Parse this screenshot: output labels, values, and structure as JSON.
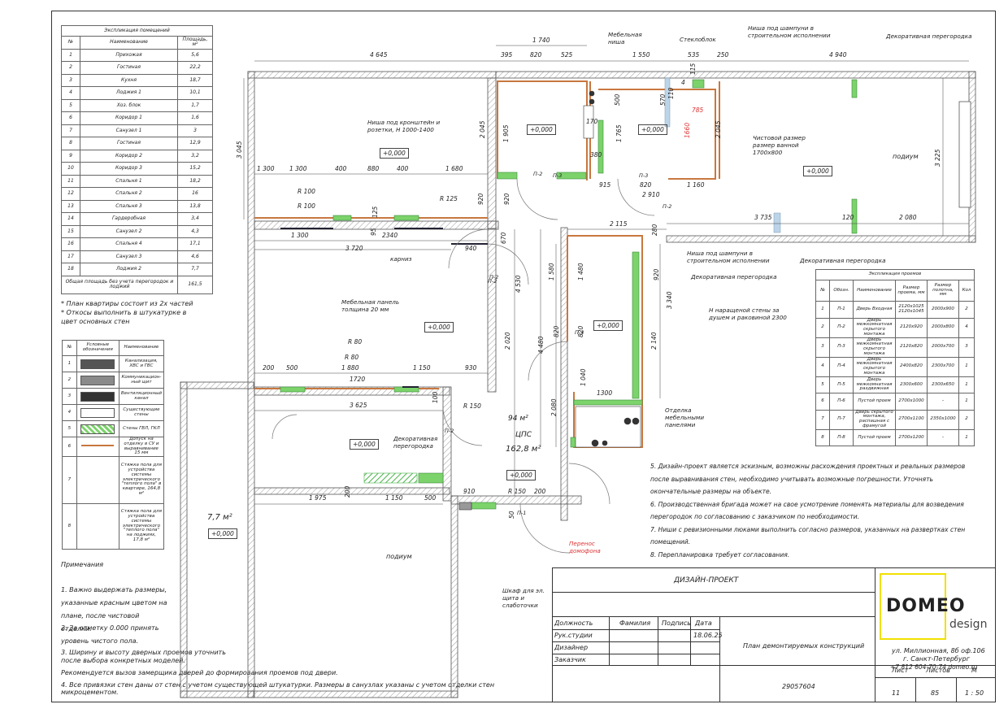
{
  "rooms_table": {
    "caption": "Экспликация помещений",
    "headers": [
      "№",
      "Наименование",
      "Площадь, м²"
    ],
    "rows": [
      [
        "1",
        "Прихожая",
        "5,6"
      ],
      [
        "2",
        "Гостиная",
        "22,2"
      ],
      [
        "3",
        "Кухня",
        "18,7"
      ],
      [
        "4",
        "Лоджия 1",
        "10,1"
      ],
      [
        "5",
        "Хоз. блок",
        "1,7"
      ],
      [
        "6",
        "Коридор 1",
        "1,6"
      ],
      [
        "7",
        "Санузел 1",
        "3"
      ],
      [
        "8",
        "Гостиная",
        "12,9"
      ],
      [
        "9",
        "Коридор 2",
        "3,2"
      ],
      [
        "10",
        "Коридор 3",
        "15,2"
      ],
      [
        "11",
        "Спальня 1",
        "18,2"
      ],
      [
        "12",
        "Спальня 2",
        "16"
      ],
      [
        "13",
        "Спальня 3",
        "13,8"
      ],
      [
        "14",
        "Гардеробная",
        "3,4"
      ],
      [
        "15",
        "Санузел 2",
        "4,3"
      ],
      [
        "16",
        "Спальня 4",
        "17,1"
      ],
      [
        "17",
        "Санузел 3",
        "4,6"
      ],
      [
        "18",
        "Лоджия 2",
        "7,7"
      ]
    ],
    "total_label": "Общая площадь без учета перегородок и лоджий",
    "total_value": "161,5"
  },
  "plan_notes": [
    "* План квартиры состоит из 2х частей",
    "* Откосы выполнить в штукатурке в цвет основных стен"
  ],
  "legend": {
    "headers": [
      "№",
      "Условные обозначения",
      "Наименование"
    ],
    "rows": [
      [
        "1",
        "Канализация, ХВС и ГВС"
      ],
      [
        "2",
        "Коммуникацион- ный щит"
      ],
      [
        "3",
        "Вентиляционный канал"
      ],
      [
        "4",
        "Существующие стены"
      ],
      [
        "5",
        "Стены ГВЛ, ГКЛ"
      ],
      [
        "6",
        "Допуск на отделку в СУ и выравнивание 15 мм"
      ],
      [
        "7",
        "Стяжка пола для устройства системы электрического \"теплого пола\" в квартире, 164,8 м²"
      ],
      [
        "8",
        "Стяжка пола для устройства системы электрического \"теплого пола\" на лоджиях, 17,8 м²"
      ]
    ],
    "colors": [
      "#555555",
      "#8a8a8a",
      "#333333",
      "#ffffff",
      "#7cd36b",
      "#c8773f",
      "#ffffff",
      "#ffffff"
    ]
  },
  "remarks": {
    "title": "Примечания",
    "items": [
      "1. Важно выдержать размеры, указанные красным цветом на плане, после чистовой отделки.",
      "2. За отметку 0.000 принять уровень чистого пола.",
      "3. Ширину и высоту дверных проемов уточнить после выбора конкретных моделей.",
      "Рекомендуется вызов замерщика дверей до формирования проемов под двери.",
      "4. Все привязки стен даны от стен с учетом существующей штукатурки. Размеры в санузлах указаны с учетом отделки стен микроцементом."
    ]
  },
  "right_notes": [
    "5. Дизайн-проект является эскизным, возможны расхождения проектных и реальных размеров после выравнивания стен, необходимо учитывать возможные погрешности. Уточнять окончательные размеры на объекте.",
    "6. Производственная бригада может на свое усмотрение поменять материалы для возведения перегородок по согласованию с заказчиком по необходимости.",
    "7. Ниши с ревизионными люками выполнить согласно размеров, указанных на развертках стен помещений.",
    "8. Перепланировка требует согласования."
  ],
  "doors_table": {
    "caption": "Экспликация проемов",
    "headers": [
      "№",
      "Обозн.",
      "Наименование",
      "Размер проема, мм",
      "Размер полотна, мм",
      "Кол"
    ],
    "rows": [
      [
        "1",
        "П-1",
        "Дверь Входная",
        "2120х1025 2120х1045",
        "2000х900",
        "2"
      ],
      [
        "2",
        "П-2",
        "Дверь межкомнатная скрытого монтажа",
        "2120х920",
        "2000х800",
        "4"
      ],
      [
        "3",
        "П-3",
        "Дверь межкомнатная скрытого монтажа",
        "2120х820",
        "2000х700",
        "3"
      ],
      [
        "4",
        "П-4",
        "Дверь межкомнатная скрытого монтажа",
        "2400х820",
        "2300х700",
        "1"
      ],
      [
        "5",
        "П-5",
        "Дверь межкомнатная раздвижная",
        "2300х600",
        "2300х650",
        "1"
      ],
      [
        "6",
        "П-6",
        "Пустой проем",
        "2700х1000",
        "-",
        "1"
      ],
      [
        "7",
        "П-7",
        "Дверь скрытого монтажа, распашная с фрамугой",
        "2700х1100",
        "2350х1000",
        "2"
      ],
      [
        "8",
        "П-8",
        "Пустой проем",
        "2700х1200",
        "-",
        "1"
      ]
    ]
  },
  "title_block": {
    "project": "ДИЗАЙН-ПРОЕКТ",
    "col_labels": [
      "Должность",
      "Фамилия",
      "Подпись",
      "Дата"
    ],
    "roles": [
      "Рук.студии",
      "Дизайнер",
      "Заказчик"
    ],
    "date": "18.06.25",
    "sheet_title": "План демонтируемых конструкций",
    "code": "29057604",
    "sheet_labels": [
      "Лист",
      "Листов",
      "М"
    ],
    "sheet_values": [
      "11",
      "85",
      "1 : 50"
    ],
    "address": [
      "ул. Миллионная, 8б оф.106",
      "г. Санкт-Петербург",
      "+7 812 604-70-74 domeo.ru"
    ],
    "logo_main": "DOMEO",
    "logo_sub": "design",
    "logo_color": "#f0e000"
  },
  "plan": {
    "dims": [
      "4 645",
      "1 740",
      "395",
      "820",
      "525",
      "1 550",
      "535",
      "250",
      "4 940",
      "3 045",
      "1 905",
      "2 045",
      "1 300",
      "1 765",
      "2 045",
      "3 225",
      "1 300",
      "400",
      "880",
      "400",
      "1 680",
      "915",
      "820",
      "1 160",
      "2 910",
      "R 100",
      "R 100",
      "R 125",
      "920",
      "920",
      "2340",
      "1 300",
      "3 720",
      "940",
      "670",
      "2 115",
      "280",
      "3 735",
      "120",
      "2 080",
      "1 580",
      "1 480",
      "4 530",
      "920",
      "3 340",
      "820",
      "820",
      "200",
      "500",
      "1 880",
      "1 150",
      "930",
      "1720",
      "R 80",
      "R 80",
      "2 020",
      "4 480",
      "2 140",
      "1 040",
      "1300",
      "2 080",
      "3 625",
      "100",
      "R 150",
      "200",
      "1 975",
      "1 150",
      "500",
      "910",
      "R 150",
      "200",
      "170",
      "380",
      "570",
      "500",
      "110",
      "115",
      "4",
      "785",
      "1660",
      "125",
      "95",
      "50"
    ],
    "notes": [
      "Ниша под кронштейн и розетки, Н 1000-1400",
      "Мебельная ниша",
      "Стеклоблок",
      "Ниша под шампуни в строительном исполнении",
      "Декоративная перегородка",
      "Чистовой размер размер ванной 1700х800",
      "Ниша под шампуни в строительном исполнении",
      "Декоративная перегородка",
      "Декоративная перегородка",
      "Н наращеной стены за душем и раковиной 2300",
      "Мебельная панель толщина 20 мм",
      "карниз",
      "Декоративная перегородка",
      "Отделка мебельными панелями",
      "Шкаф для эл. щита и слаботочки",
      "Перенос домофона"
    ],
    "levels": [
      "+0,000",
      "+0,000",
      "+0,000",
      "+0,000",
      "+0,000",
      "+0,000",
      "+0,000",
      "+0,000",
      "+0,000"
    ],
    "rooms": [
      "подиум",
      "подиум",
      "7,7 м²",
      "94 м²",
      "ЦПС",
      "162,8 м²"
    ],
    "door_marks": [
      "П-2",
      "П-3",
      "П-3",
      "П-2",
      "П-2",
      "П-2",
      "П-3",
      "П-2",
      "П-1"
    ]
  }
}
